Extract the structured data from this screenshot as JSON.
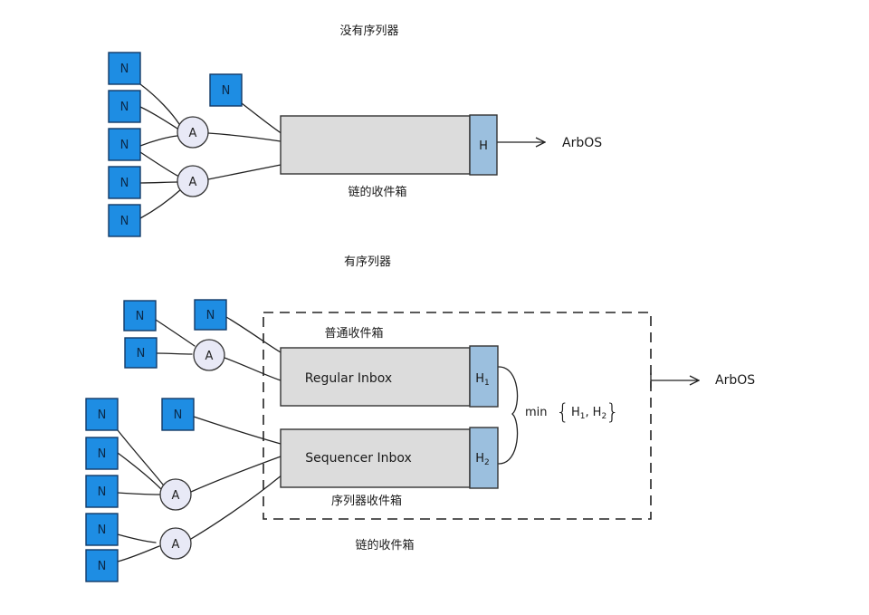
{
  "top": {
    "title": "没有序列器",
    "node_label": "N",
    "aggregator_label": "A",
    "inbox_caption": "链的收件箱",
    "head_label": "H",
    "output_label": "ArbOS"
  },
  "bottom": {
    "title": "有序列器",
    "node_label": "N",
    "aggregator_label": "A",
    "regular_caption": "普通收件箱",
    "regular_inbox": "Regular Inbox",
    "regular_head": "H",
    "regular_head_sub": "1",
    "sequencer_caption": "序列器收件箱",
    "sequencer_inbox": "Sequencer Inbox",
    "sequencer_head": "H",
    "sequencer_head_sub": "2",
    "min_label": "min",
    "min_set_open": "{",
    "min_set_a": "H",
    "min_set_a_sub": "1",
    "min_set_sep": ",",
    "min_set_b": "H",
    "min_set_b_sub": "2",
    "min_set_close": "}",
    "chain_caption": "链的收件箱",
    "output_label": "ArbOS"
  },
  "colors": {
    "node_fill": "#1e8de3",
    "node_stroke": "#123a66",
    "aggregator_fill": "#e8e9f6",
    "inbox_fill": "#dcdcdc",
    "head_fill": "#9bbfde"
  }
}
